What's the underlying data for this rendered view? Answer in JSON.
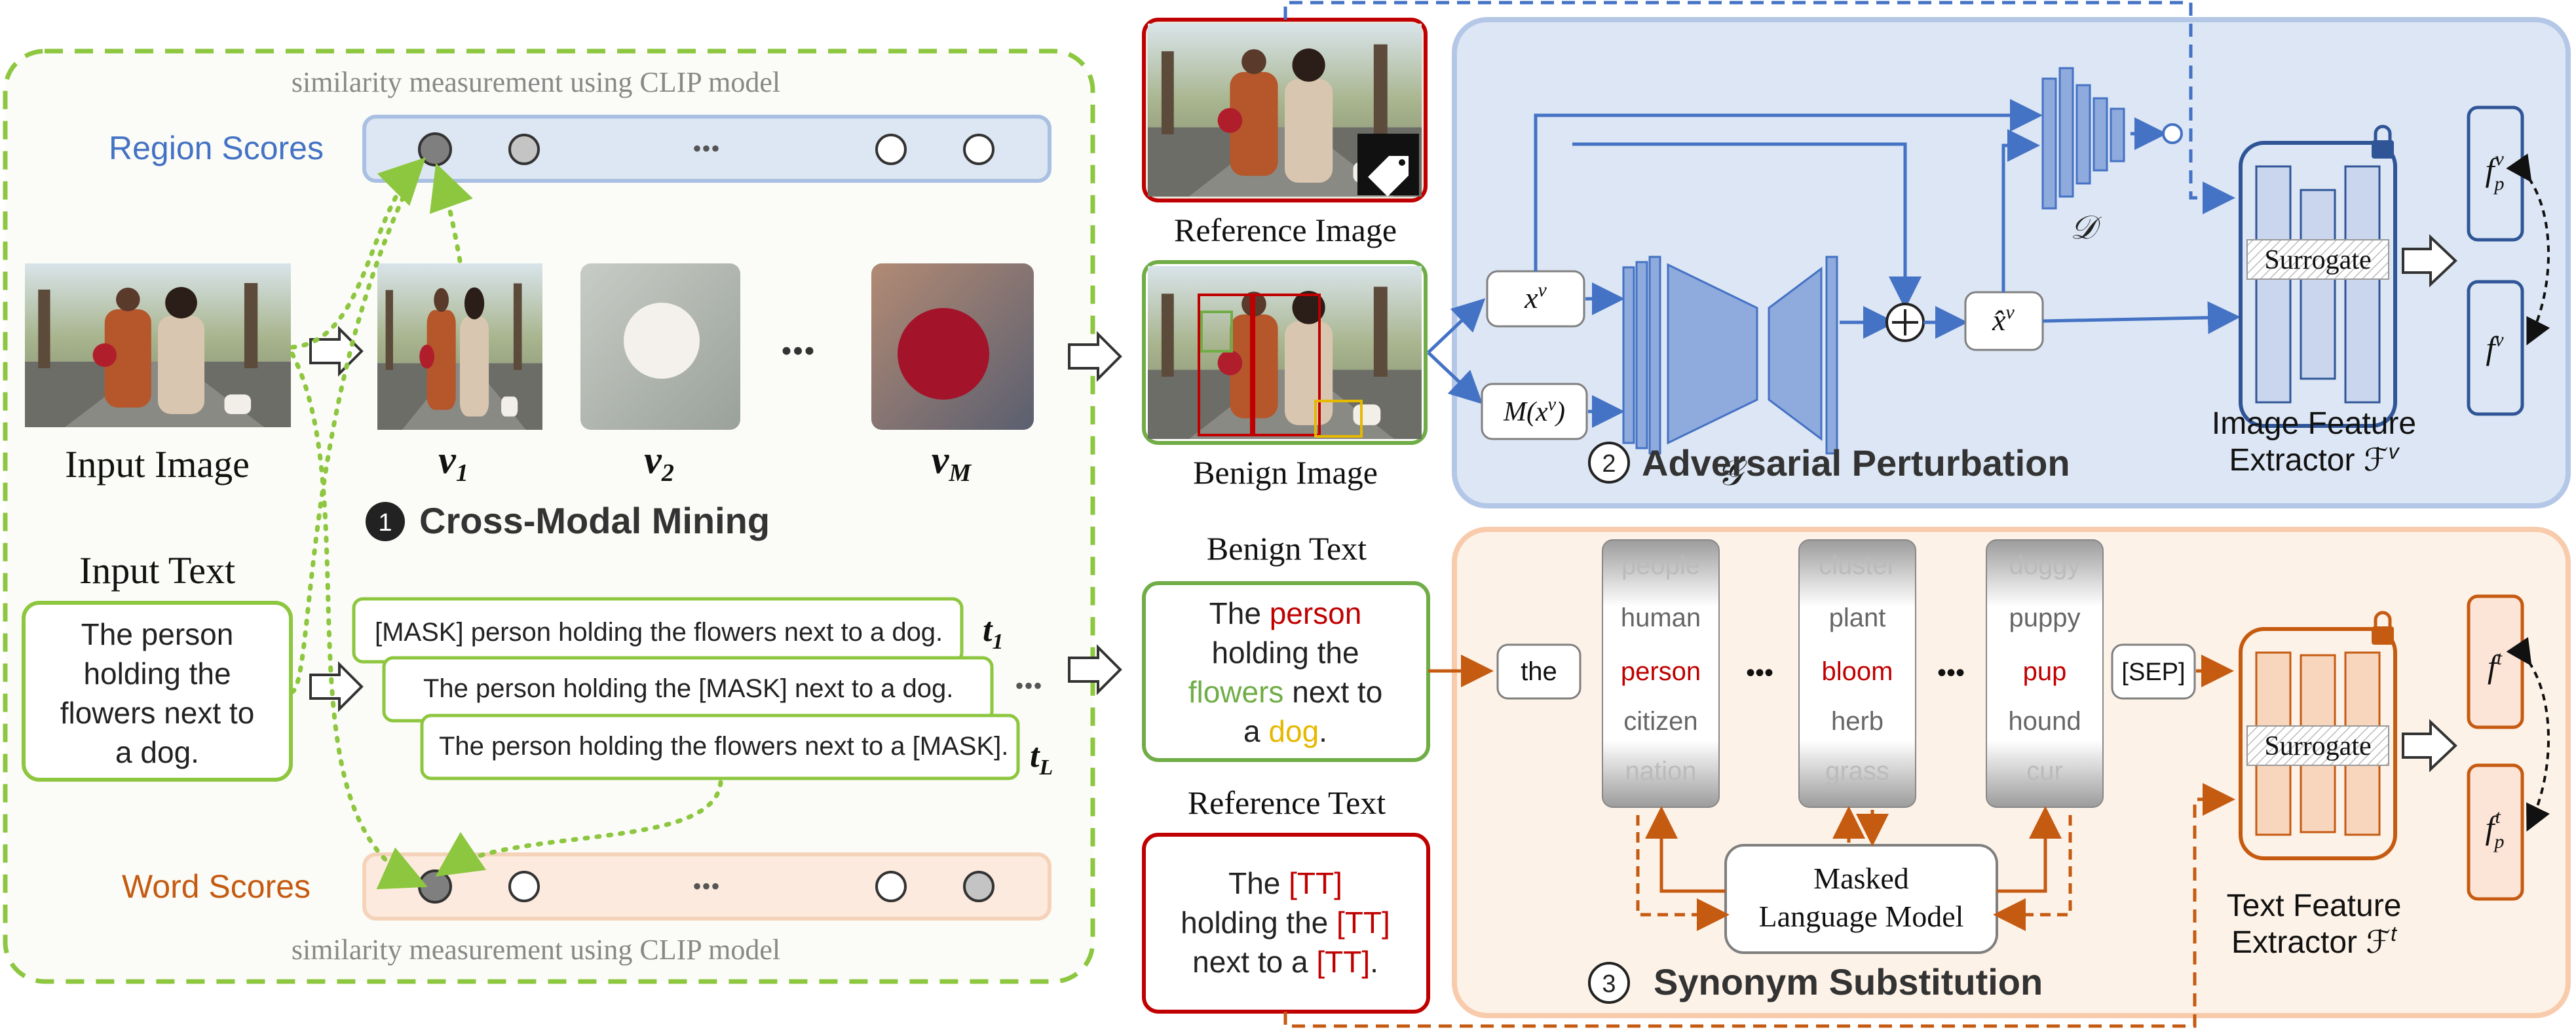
{
  "panel1": {
    "title": "Cross-Modal Mining",
    "step": "1",
    "clip_top": "similarity measurement using CLIP model",
    "clip_bottom": "similarity measurement using CLIP model",
    "region_scores_label": "Region Scores",
    "word_scores_label": "Word Scores",
    "ellipsis": "•••",
    "input_image_label": "Input Image",
    "input_text_label": "Input Text",
    "input_text_lines": [
      "The person",
      "holding the",
      "flowers next to",
      "a dog."
    ],
    "regions": [
      {
        "label": "v",
        "sub": "1"
      },
      {
        "label": "v",
        "sub": "2"
      },
      {
        "label": "v",
        "sub": "M"
      }
    ],
    "masked_texts": [
      "[MASK] person holding the flowers next to a dog.",
      "The person holding the [MASK] next to a dog.",
      "The person holding the flowers next to a [MASK]."
    ],
    "t_first": {
      "label": "t",
      "sub": "1"
    },
    "t_last": {
      "label": "t",
      "sub": "L"
    },
    "dots3": "•••"
  },
  "middle": {
    "reference_image_label": "Reference Image",
    "benign_image_label": "Benign Image",
    "benign_text_label": "Benign Text",
    "reference_text_label": "Reference Text",
    "benign_text": {
      "w1": "The ",
      "w2": "person",
      "w3": "holding the",
      "w4": "flowers",
      "w5": " next to",
      "w6": "a ",
      "w7": "dog",
      "w8": "."
    },
    "reference_text": {
      "l1a": "The ",
      "l1b": "[TT]",
      "l2a": "holding the ",
      "l2b": "[TT]",
      "l3a": "next to a ",
      "l3b": "[TT]",
      "l3c": "."
    }
  },
  "panel2": {
    "title": "Adversarial Perturbation",
    "step": "2",
    "x_v": "x",
    "x_v_sup": "v",
    "m_x": "M(x",
    "m_x_sup": "v",
    "m_x_close": ")",
    "generator": "𝒢",
    "discriminator": "𝒟",
    "x_hat": "x̂",
    "x_hat_sup": "v",
    "surrogate": "Surrogate",
    "extractor_line1": "Image Feature",
    "extractor_line2": "Extractor ℱ",
    "extractor_sup": "v",
    "f_pv": "f",
    "f_pv_sub": "p",
    "f_pv_sup": "v",
    "f_v": "f",
    "f_v_sup": "v"
  },
  "panel3": {
    "title": "Synonym Substitution",
    "step": "3",
    "the": "the",
    "sep": "[SEP]",
    "col1": [
      "people",
      "human",
      "person",
      "citizen",
      "nation"
    ],
    "col2": [
      "cluster",
      "plant",
      "bloom",
      "herb",
      "grass"
    ],
    "col3": [
      "doggy",
      "puppy",
      "pup",
      "hound",
      "cur"
    ],
    "dots": "•••",
    "mlm_line1": "Masked",
    "mlm_line2": "Language Model",
    "surrogate": "Surrogate",
    "extractor_line1": "Text Feature",
    "extractor_line2": "Extractor ℱ",
    "extractor_sup": "t",
    "f_t": "f",
    "f_t_sup": "t",
    "f_pt": "f",
    "f_pt_sub": "p",
    "f_pt_sup": "t"
  },
  "colors": {
    "green": "#8dc63f",
    "blue": "#4472c4",
    "orange": "#c55a11",
    "red": "#c00000",
    "gold": "#e6b800"
  }
}
